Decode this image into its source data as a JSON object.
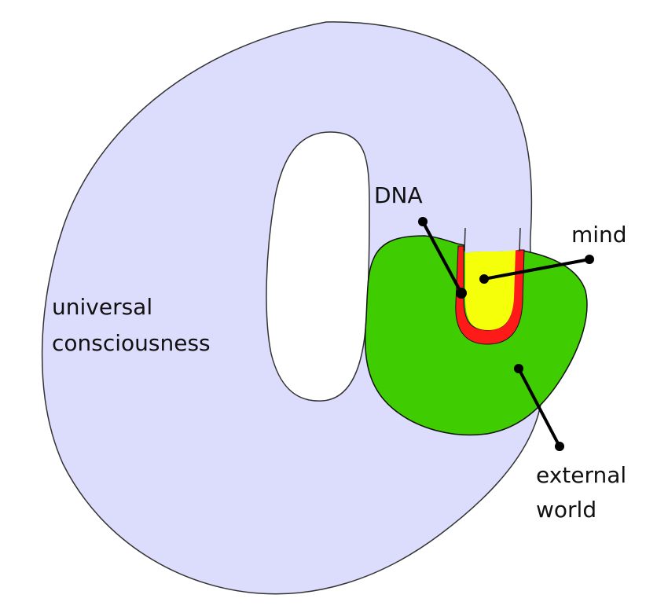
{
  "diagram": {
    "colors": {
      "universal_consciousness": "#dcdcfc",
      "external_world": "#3fcc00",
      "dna": "#ff1a1a",
      "mind": "#f6ff0a",
      "outline": "#333333",
      "leader": "#000000"
    },
    "labels": {
      "universal_line1": "universal",
      "universal_line2": "consciousness",
      "dna": "DNA",
      "mind": "mind",
      "external_line1": "external",
      "external_line2": "world"
    }
  }
}
